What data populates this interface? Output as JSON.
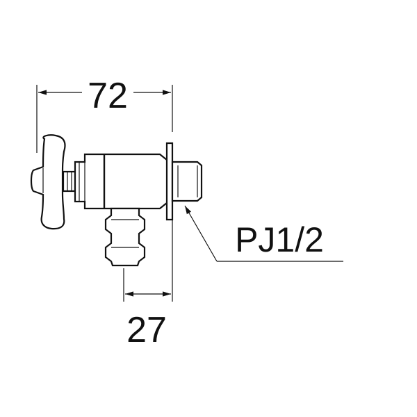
{
  "dimensions": {
    "overall_width": "72",
    "outlet_offset": "27"
  },
  "labels": {
    "thread_spec": "PJ1/2"
  }
}
